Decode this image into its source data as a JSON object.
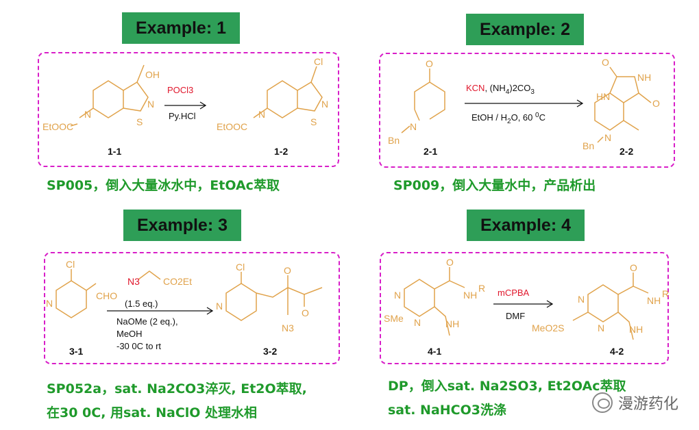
{
  "examples": [
    {
      "title": "Example: 1",
      "reagent_top": "POCl3",
      "reagent_bottom": "Py.HCl",
      "start_label": "1-1",
      "product_label": "1-2",
      "caption": [
        "SP005，倒入大量冰水中，EtOAc萃取"
      ]
    },
    {
      "title": "Example: 2",
      "reagent_top": "KCN, (NH4)2CO3",
      "reagent_bottom": "EtOH / H2O, 60 0C",
      "start_label": "2-1",
      "product_label": "2-2",
      "caption": [
        "SP009，倒入大量水中，产品析出"
      ]
    },
    {
      "title": "Example: 3",
      "reagent_top": "(1.5 eq.)",
      "reagent_bottom": [
        "NaOMe (2 eq.),",
        "MeOH",
        "-30 0C to rt"
      ],
      "start_label": "3-1",
      "product_label": "3-2",
      "caption": [
        "SP052a，sat. Na2CO3淬灭, Et2O萃取,",
        "在30 0C, 用sat. NaClO 处理水相"
      ]
    },
    {
      "title": "Example: 4",
      "reagent_top": "mCPBA",
      "reagent_bottom": "DMF",
      "start_label": "4-1",
      "product_label": "4-2",
      "caption": [
        "DP，倒入sat. Na2SO3, Et2OAc萃取",
        "sat. NaHCO3洗涤"
      ]
    }
  ],
  "atoms": {
    "ex1": {
      "oh": "OH",
      "cl": "Cl",
      "n": "N",
      "s": "S",
      "etooc": "EtOOC"
    },
    "ex2": {
      "o": "O",
      "nh": "NH",
      "hn": "HN",
      "n": "N",
      "bn": "Bn"
    },
    "ex3": {
      "cl": "Cl",
      "cho": "CHO",
      "n": "N",
      "n3": "N3",
      "co2et": "CO2Et",
      "o": "O"
    },
    "ex4": {
      "o": "O",
      "n": "N",
      "nh": "NH",
      "r": "R",
      "sme": "SMe",
      "meo2s": "MeO2S"
    }
  },
  "watermark": {
    "text": "漫游药化",
    "icon": "wechat-icon"
  },
  "colors": {
    "header": "#2e9e57",
    "frame": "#d81ec8",
    "caption": "#1f9a2b",
    "structure": "#e0a24a",
    "reagent_highlight": "#e0162b"
  }
}
